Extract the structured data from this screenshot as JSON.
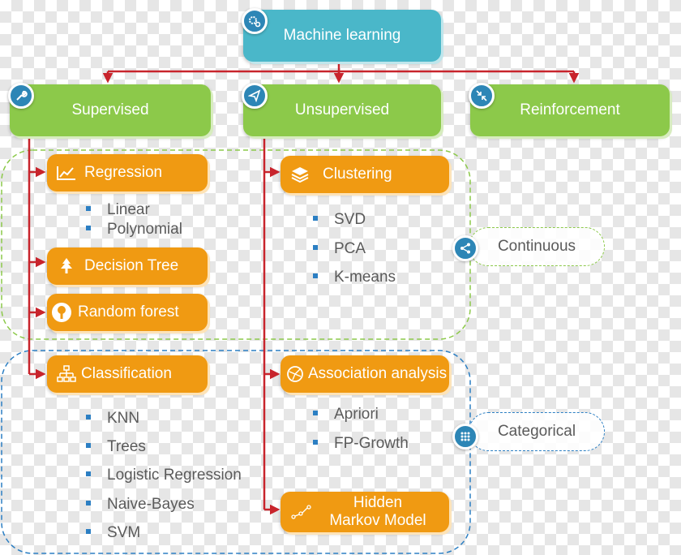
{
  "root": {
    "label": "Machine learning",
    "icon": "gears-icon"
  },
  "branches": [
    {
      "label": "Supervised",
      "icon": "wrench-icon"
    },
    {
      "label": "Unsupervised",
      "icon": "paper-plane-icon"
    },
    {
      "label": "Reinforcement",
      "icon": "shrink-arrows-icon"
    }
  ],
  "supervised": {
    "regression": {
      "label": "Regression",
      "icon": "line-chart-icon",
      "items": [
        "Linear",
        "Polynomial"
      ]
    },
    "decision_tree": {
      "label": "Decision Tree",
      "icon": "pine-tree-icon"
    },
    "random_forest": {
      "label": "Random forest",
      "icon": "tree-icon"
    },
    "classification": {
      "label": "Classification",
      "icon": "hierarchy-icon",
      "items": [
        "KNN",
        "Trees",
        "Logistic Regression",
        "Naive-Bayes",
        "SVM"
      ]
    }
  },
  "unsupervised": {
    "clustering": {
      "label": "Clustering",
      "icon": "layers-icon",
      "items": [
        "SVD",
        "PCA",
        "K-means"
      ]
    },
    "association": {
      "label": "Association analysis",
      "icon": "network-globe-icon",
      "items": [
        "Apriori",
        "FP-Growth"
      ]
    },
    "hmm": {
      "line1": "Hidden",
      "line2": "Markov Model",
      "icon": "node-chain-icon"
    }
  },
  "groups": {
    "continuous": {
      "label": "Continuous",
      "icon": "share-icon",
      "color": "#8cc94a"
    },
    "categorical": {
      "label": "Categorical",
      "icon": "dots-grid-icon",
      "color": "#2c7fc3"
    }
  },
  "colors": {
    "root": "#4ab7c9",
    "branch": "#8cc94a",
    "leaf": "#f09a12",
    "connector": "#c8242c",
    "badge": "#2d86b6"
  }
}
